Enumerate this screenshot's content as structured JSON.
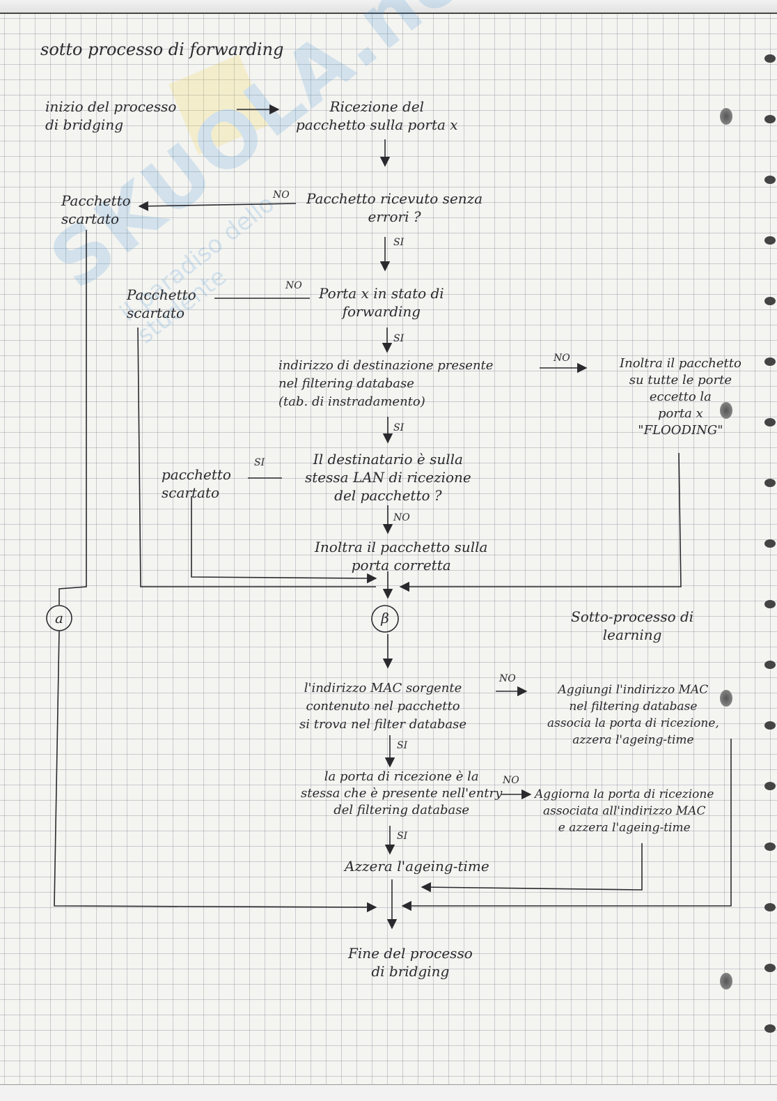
{
  "title": "sotto processo di forwarding",
  "watermark": {
    "brand": "SKUOLA.net",
    "slogan": "il paradiso dello studente"
  },
  "nodes": {
    "inizio": "inizio del processo\ndi bridging",
    "ricezione": "Ricezione del\npacchetto sulla porta x",
    "q_errori": "Pacchetto ricevuto senza\nerrori ?",
    "scartato_1": "Pacchetto\nscartato",
    "q_stato": "Porta x in stato di\nforwarding",
    "scartato_2": "Pacchetto\nscartato",
    "q_indirizzo": "indirizzo di destinazione presente\nnel filtering database\n(tab. di instradamento)",
    "flooding": "Inoltra il pacchetto\nsu tutte le porte\neccetto la\nporta x\n\"FLOODING\"",
    "q_lan": "Il destinatario è sulla\nstessa LAN di ricezione\ndel pacchetto ?",
    "scartato_3": "pacchetto\nscartato",
    "inoltro": "Inoltra il pacchetto sulla\nporta corretta",
    "connettore_a": "a",
    "connettore_b": "β",
    "learning_title": "Sotto-processo di\nlearning",
    "q_mac": "l'indirizzo MAC sorgente\ncontenuto nel pacchetto\nsi trova nel filter database",
    "aggiungi": "Aggiungi l'indirizzo MAC\nnel filtering database\nassocia la porta di ricezione,\nazzera l'ageing-time",
    "q_porta": "la porta di ricezione è la\nstessa che è presente nell'entry\ndel filtering database",
    "aggiorna": "Aggiorna la porta di ricezione\nassociata all'indirizzo MAC\ne azzera l'ageing-time",
    "azzera": "Azzera l'ageing-time",
    "fine": "Fine del processo\ndi bridging"
  },
  "edge_labels": {
    "no_1": "NO",
    "si_1": "SI",
    "no_2": "NO",
    "si_2": "SI",
    "no_3": "NO",
    "si_3": "SI",
    "si_4": "SI",
    "no_4": "NO",
    "no_5": "NO",
    "si_5": "SI",
    "no_6": "NO",
    "si_6": "SI"
  },
  "colors": {
    "ink": "#2a2a2e",
    "grid": "#7c858e",
    "paper": "#f4f4f1",
    "watermark": "#3b8fd4"
  }
}
